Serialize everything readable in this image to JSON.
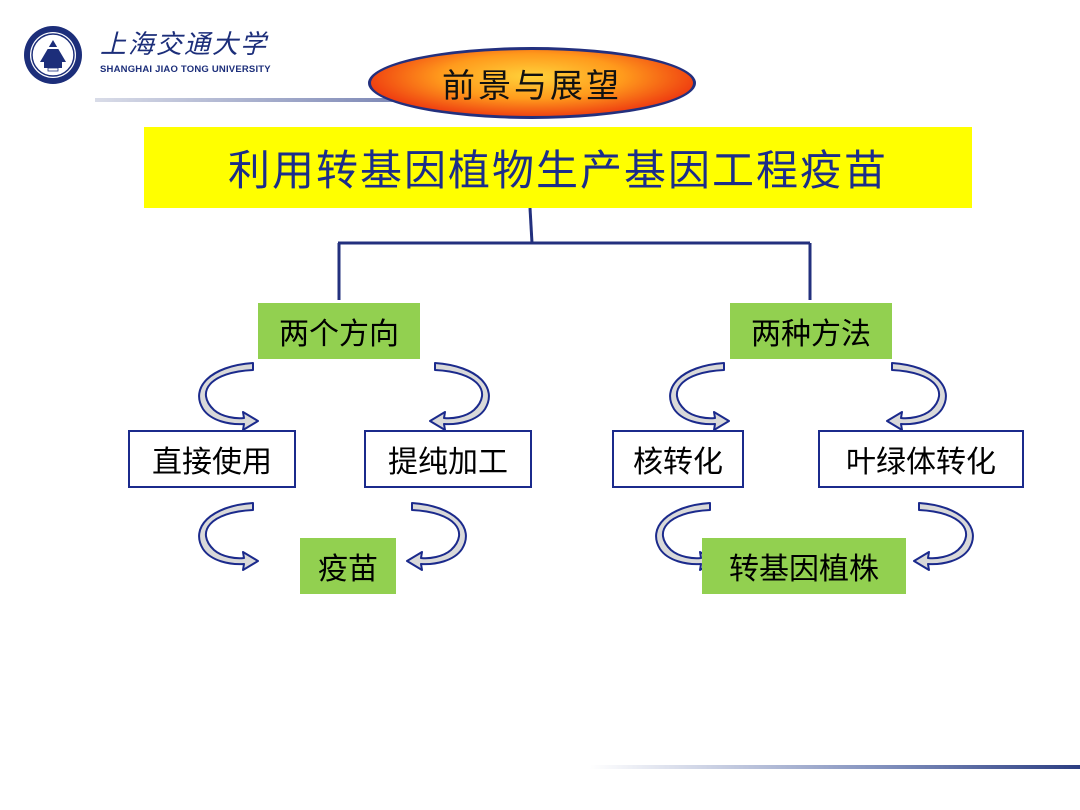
{
  "header": {
    "logo_cn": "上海交通大学",
    "logo_en": "SHANGHAI JIAO TONG UNIVERSITY",
    "logo_year": "1896",
    "title": "前景与展望"
  },
  "main": {
    "banner": "利用转基因植物生产基因工程疫苗"
  },
  "left": {
    "heading": "两个方向",
    "option_a": "直接使用",
    "option_b": "提纯加工",
    "result": "疫苗"
  },
  "right": {
    "heading": "两种方法",
    "option_a": "核转化",
    "option_b": "叶绿体转化",
    "result": "转基因植株"
  },
  "colors": {
    "banner_bg": "#ffff00",
    "banner_text": "#1b2d8a",
    "box_green": "#92d050",
    "line_blue": "#23307e",
    "arrow_fill": "#d9d9d9"
  }
}
